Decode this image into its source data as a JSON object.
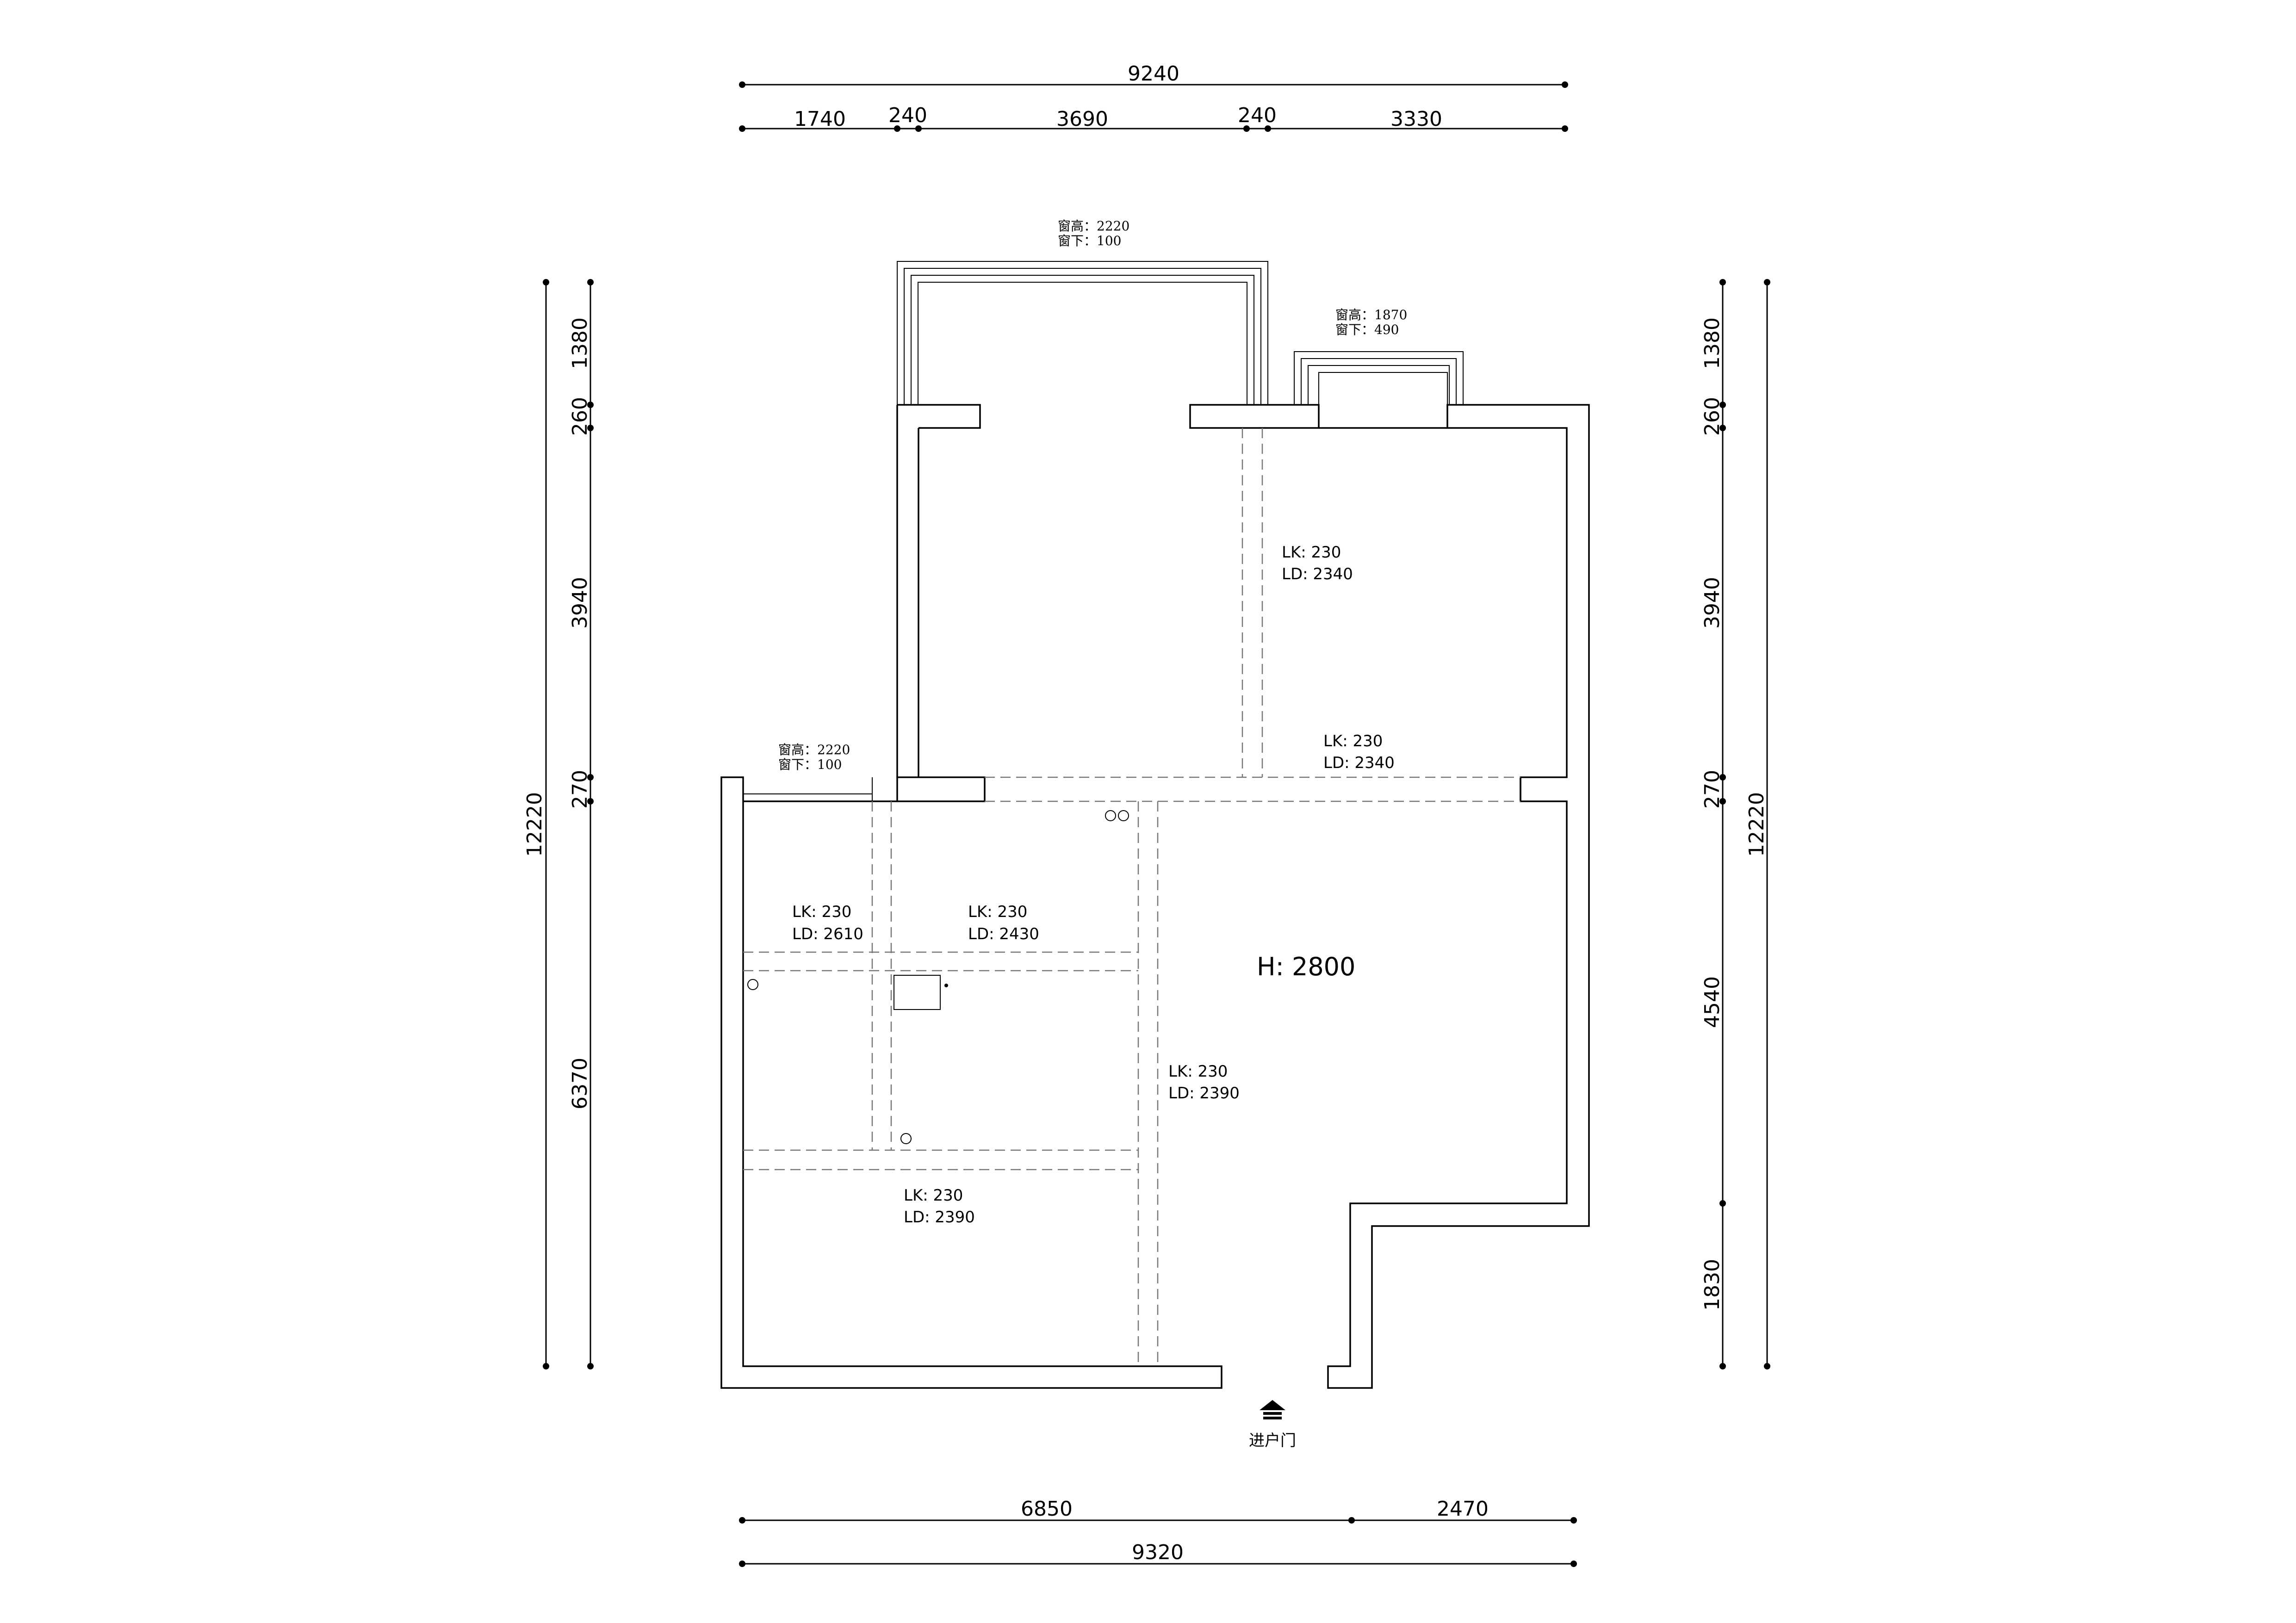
{
  "dimensions": {
    "top_total": "9240",
    "top_segments": [
      "1740",
      "240",
      "3690",
      "240",
      "3330"
    ],
    "bottom_segments": [
      "6850",
      "2470"
    ],
    "bottom_total": "9320",
    "left_total": "12220",
    "left_segments": [
      "1380",
      "260",
      "3940",
      "270",
      "6370"
    ],
    "right_total": "12220",
    "right_segments": [
      "1380",
      "260",
      "3940",
      "270",
      "4540",
      "1830"
    ]
  },
  "windows": [
    {
      "height": "窗高：2220",
      "sill": "窗下：100"
    },
    {
      "height": "窗高：1870",
      "sill": "窗下：490"
    },
    {
      "height": "窗高：2220",
      "sill": "窗下：100"
    }
  ],
  "beams": [
    {
      "lk": "LK:  230",
      "ld": "LD:  2340"
    },
    {
      "lk": "LK:  230",
      "ld": "LD:  2340"
    },
    {
      "lk": "LK:  230",
      "ld": "LD:  2610"
    },
    {
      "lk": "LK:  230",
      "ld": "LD:  2430"
    },
    {
      "lk": "LK:  230",
      "ld": "LD:  2390"
    },
    {
      "lk": "LK:  230",
      "ld": "LD:  2390"
    }
  ],
  "ceiling_height": "H:  2800",
  "entrance": {
    "label": "进户门",
    "icon": "entrance-arrow-icon"
  }
}
